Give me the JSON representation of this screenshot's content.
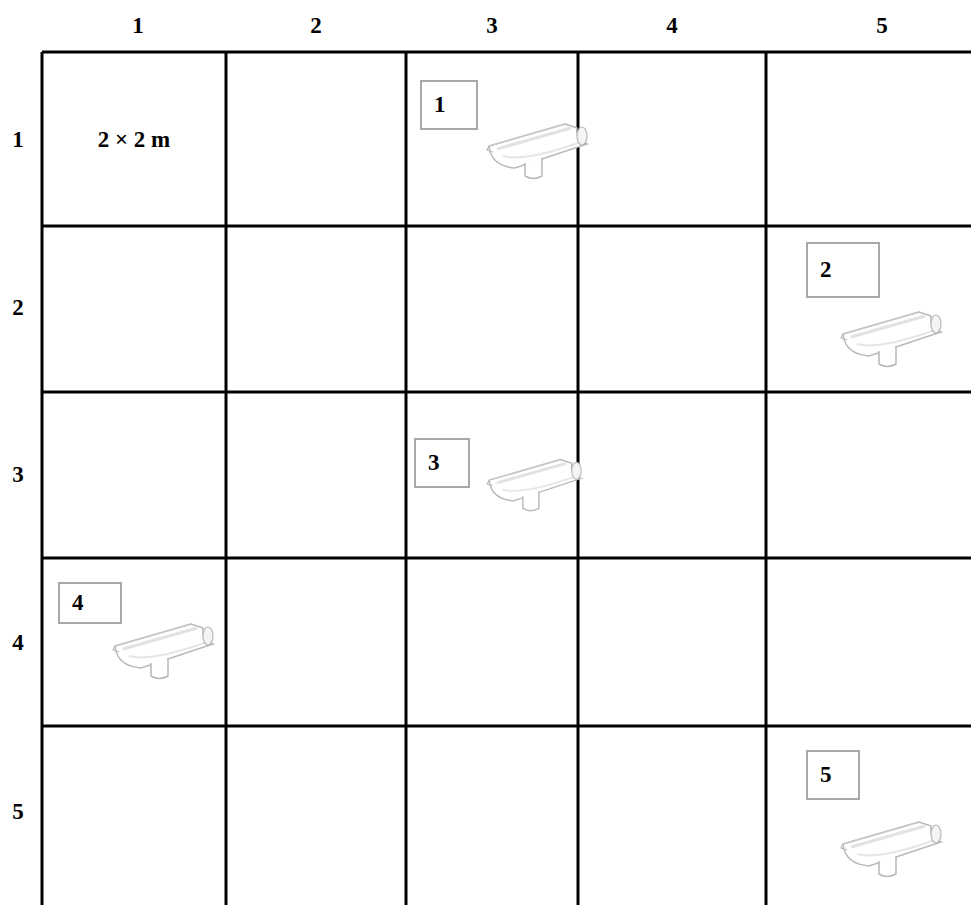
{
  "diagram": {
    "nodes": [
      {
        "text": [
          "1"
        ]
      },
      {
        "text": [
          "2"
        ]
      },
      {
        "text": [
          "3"
        ]
      },
      {
        "text": [
          "4"
        ]
      },
      {
        "text": [
          "5"
        ]
      }
    ],
    "labels": [
      "1",
      "2",
      "3",
      "4",
      "5",
      "1",
      "2",
      "3",
      "4",
      "5",
      "2 × 2 m"
    ]
  }
}
